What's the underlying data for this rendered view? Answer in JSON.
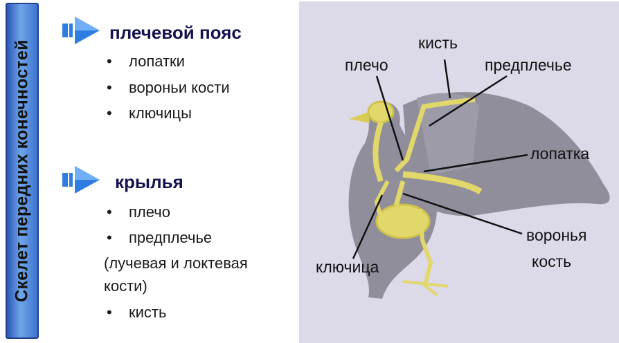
{
  "side_title": "Скелет передних конечностей",
  "sections": [
    {
      "heading": "плечевой пояс",
      "items": [
        "лопатки",
        "вороньи кости",
        "ключицы"
      ]
    },
    {
      "heading": "крылья",
      "items": [
        "плечо",
        "предплечье",
        "(лучевая и локтевая",
        "кости)",
        "кисть"
      ]
    }
  ],
  "diagram_labels": {
    "hand": "кисть",
    "upper_arm": "плечо",
    "forearm": "предплечье",
    "scapula": "лопатка",
    "clavicle": "ключица",
    "coracoid_line1": "воронья",
    "coracoid_line2": "кость"
  },
  "colors": {
    "bar": "#3f72d0",
    "heading": "#14124f",
    "arrow": "#2f7de0",
    "panel_bg": "#dcdae8",
    "silhouette": "#8f8e9a",
    "bone": "#e2d76a"
  }
}
